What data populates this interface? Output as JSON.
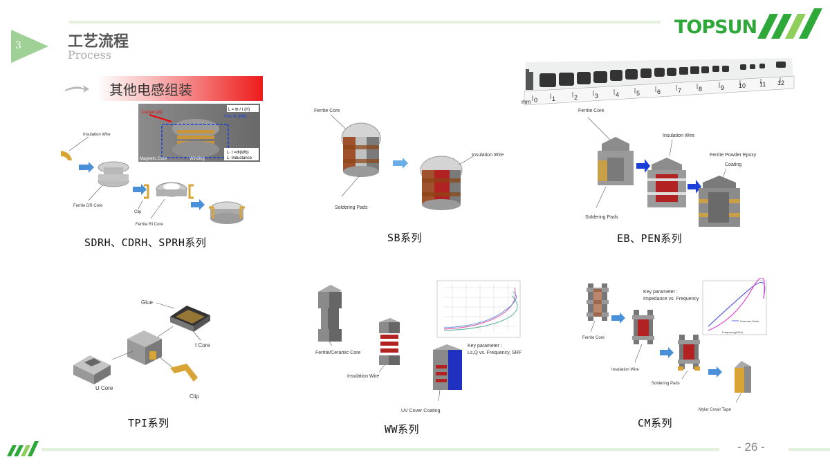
{
  "header": {
    "slide_number": "3",
    "title_cn": "工艺流程",
    "title_en": "Process",
    "logo_text": "TOPSUN"
  },
  "section": {
    "label": "其他电感组装"
  },
  "panels": {
    "sdrh": {
      "caption": "SDRH、CDRH、SPRH系列",
      "labels": {
        "insulation_wire": "Insulation Wire",
        "ferrite_dr_core": "Ferrite DR Core",
        "clip": "Clip",
        "ferrite_ri_core": "Ferrite RI Core",
        "magnetic_core": "Magnetic Core",
        "winding": "Winding",
        "flux": "Flux Φ (Wb)",
        "formula": "L· I =Φ(Wb)",
        "inductance": "L: Inductance",
        "current": "Current (A)",
        "formula_top": "L = Φ / I (H)"
      }
    },
    "sb": {
      "caption": "SB系列",
      "labels": {
        "ferrite_core": "Ferrite Core",
        "insulation_wire": "Insulation Wire",
        "soldering_pads": "Soldering Pads"
      }
    },
    "eb": {
      "caption": "EB、PEN系列",
      "labels": {
        "ferrite_core": "Ferrite Core",
        "insulation_wire": "Insulation Wire",
        "coating_line1": "Ferrite Powder Epoxy",
        "coating_line2": "Coating",
        "soldering_pads": "Soldering Pads"
      }
    },
    "tpi": {
      "caption": "TPI系列",
      "labels": {
        "glue": "Glue",
        "i_core": "I Core",
        "u_core": "U Core",
        "clip": "Clip"
      }
    },
    "ww": {
      "caption": "WW系列",
      "labels": {
        "ferrite_ceramic_core": "Ferrite/Ceramic Core",
        "insulation_wire": "Insulation Wire",
        "uv_cover_coating": "UV Cover  Coating",
        "key_param_line1": "Key parameter :",
        "key_param_line2": "Ls,Q vs. Frequency, SRF"
      }
    },
    "cm": {
      "caption": "CM系列",
      "labels": {
        "key_param_line1": "Key parameter :",
        "key_param_line2": "Impedance vs. Frequency",
        "ferrite_core": "Ferrite Core",
        "insulation_wire": "Insulation Wire",
        "soldering_pads": "Soldering Pads",
        "mylar_cover_tape": "Mylar Cover Tape",
        "legend": "Common Mode",
        "xaxis": "Frequency(MHz)"
      }
    }
  },
  "ruler": {
    "unit": "mm",
    "ticks": [
      "0",
      "1",
      "2",
      "3",
      "4",
      "5",
      "6",
      "7",
      "8",
      "9",
      "10",
      "11",
      "12"
    ]
  },
  "footer": {
    "page_number": "- 26 -"
  },
  "colors": {
    "brand_green": "#2fa83a",
    "accent_red": "#ee1b1b",
    "arrow_blue": "#4a90d9",
    "arrow_navy": "#1a3fd8"
  }
}
